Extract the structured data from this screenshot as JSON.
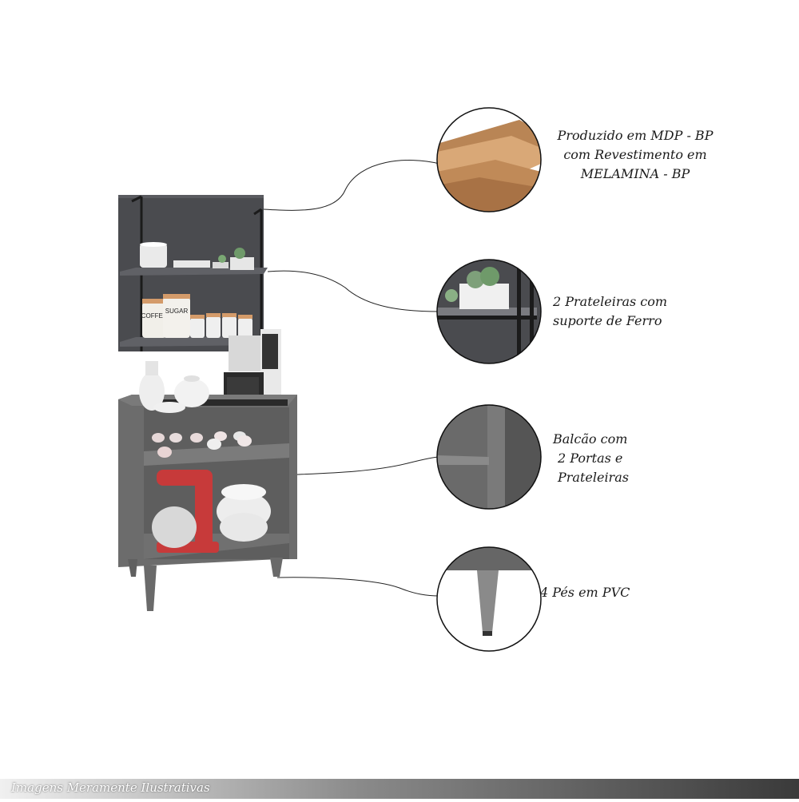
{
  "callouts": [
    {
      "id": "material",
      "lines": [
        "Produzido em MDP - BP",
        "com Revestimento em",
        "MELAMINA - BP"
      ],
      "icon": "mdp-board-detail"
    },
    {
      "id": "shelves",
      "lines": [
        "2 Prateleiras com",
        "suporte  de Ferro"
      ],
      "icon": "iron-shelf-detail"
    },
    {
      "id": "counter",
      "lines": [
        "Balcão com",
        "2 Portas e",
        "Prateleiras"
      ],
      "icon": "counter-shelf-detail"
    },
    {
      "id": "feet",
      "lines": [
        "4 Pés em PVC"
      ],
      "icon": "pvc-foot-detail"
    }
  ],
  "product_labels": {
    "coffee": "COFFEE",
    "sugar": "SUGAR"
  },
  "footer": {
    "text": "Imagens Meramente Ilustrativas"
  },
  "colors": {
    "cabinet": "#6c6c6c",
    "panel": "#4a4b4f",
    "iron": "#1b1b1b",
    "mixer": "#c73a3a",
    "wood": "#c08a58"
  }
}
